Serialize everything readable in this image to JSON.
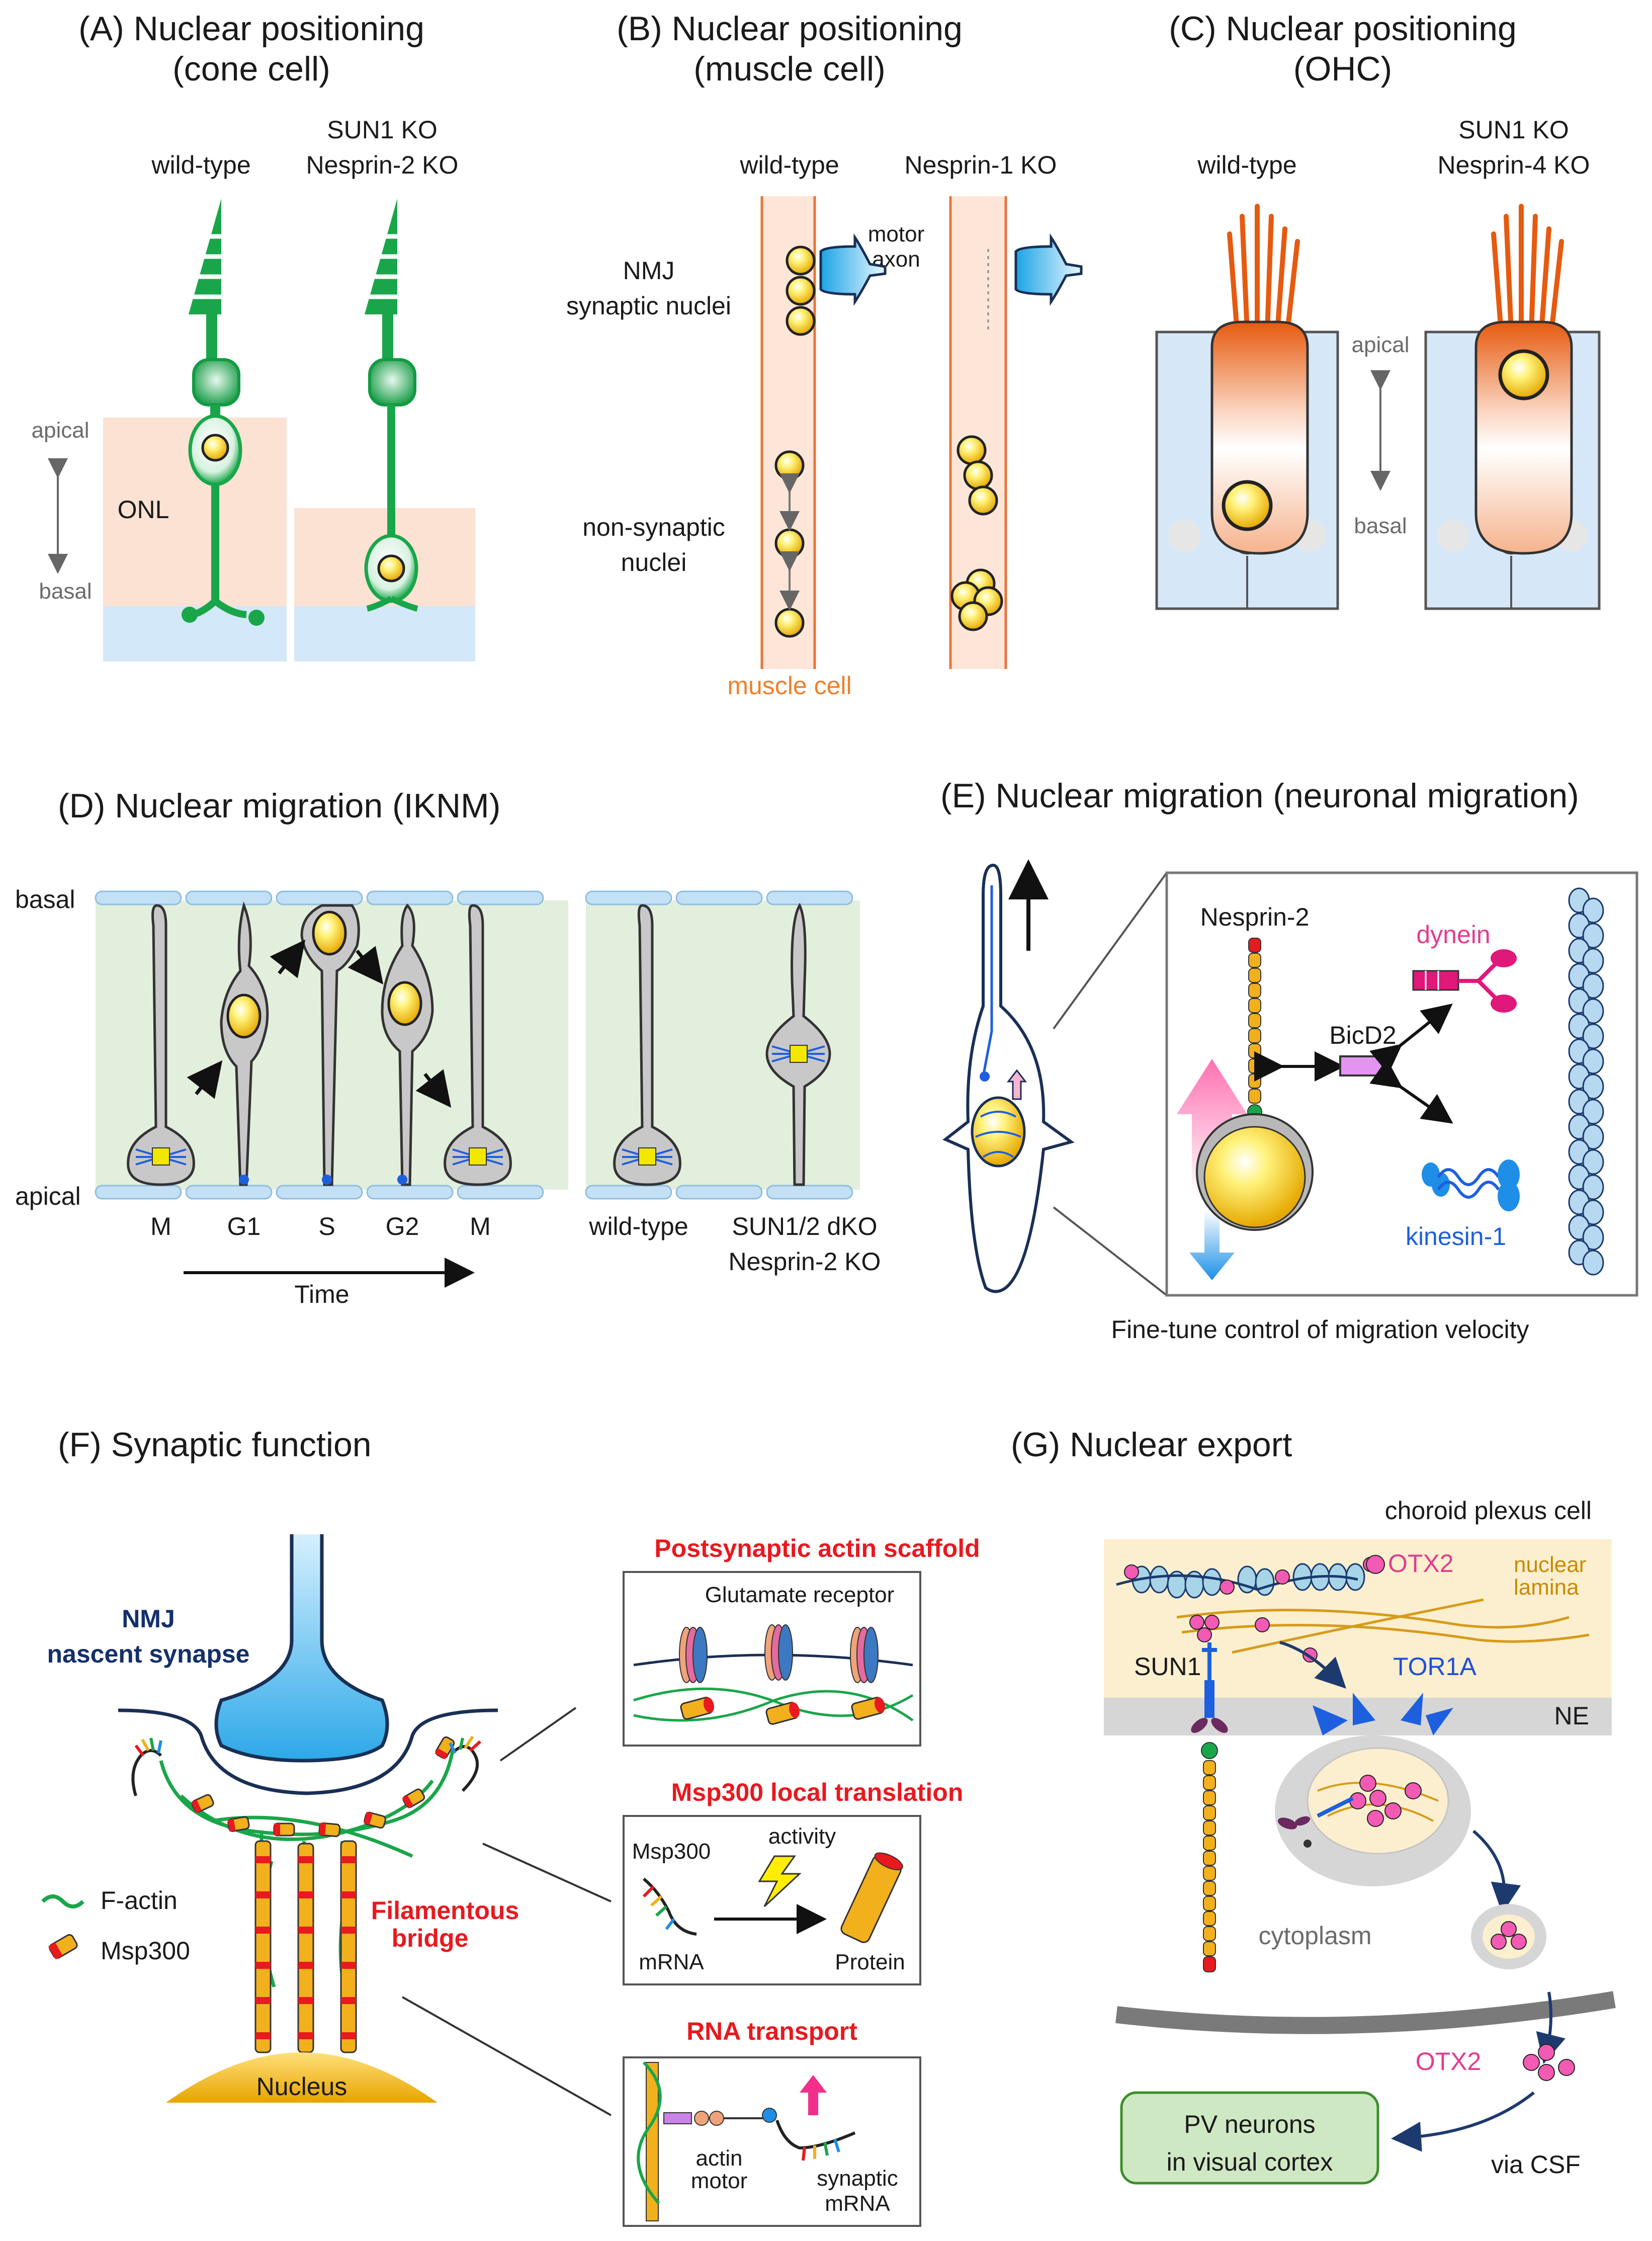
{
  "panels": {
    "A": {
      "title1": "(A) Nuclear positioning",
      "title2": "(cone cell)",
      "wt": "wild-type",
      "ko1": "SUN1 KO",
      "ko2": "Nesprin-2 KO",
      "apical": "apical",
      "basal": "basal",
      "onl": "ONL"
    },
    "B": {
      "title1": "(B) Nuclear positioning",
      "title2": "(muscle cell)",
      "wt": "wild-type",
      "ko": "Nesprin-1 KO",
      "motor1": "motor",
      "motor2": "axon",
      "nmj1": "NMJ",
      "nmj2": "synaptic nuclei",
      "ns1": "non-synaptic",
      "ns2": "nuclei",
      "muscle": "muscle cell"
    },
    "C": {
      "title1": "(C) Nuclear positioning",
      "title2": "(OHC)",
      "wt": "wild-type",
      "ko1": "SUN1 KO",
      "ko2": "Nesprin-4 KO",
      "apical": "apical",
      "basal": "basal"
    },
    "D": {
      "title": "(D) Nuclear migration (IKNM)",
      "basal": "basal",
      "apical": "apical",
      "phases": [
        "M",
        "G1",
        "S",
        "G2",
        "M"
      ],
      "time": "Time",
      "wt": "wild-type",
      "ko1": "SUN1/2 dKO",
      "ko2": "Nesprin-2 KO"
    },
    "E": {
      "title": "(E) Nuclear migration (neuronal migration)",
      "nesprin": "Nesprin-2",
      "bicd2": "BicD2",
      "dynein": "dynein",
      "kinesin": "kinesin-1",
      "caption": "Fine-tune control of migration velocity"
    },
    "F": {
      "title": "(F) Synaptic function",
      "nmj1": "NMJ",
      "nmj2": "nascent synapse",
      "factin": "F-actin",
      "msp300": "Msp300",
      "bridge1": "Filamentous",
      "bridge2": "bridge",
      "nucleus": "Nucleus",
      "box1_title": "Postsynaptic actin scaffold",
      "box1_label": "Glutamate receptor",
      "box2_title": "Msp300 local translation",
      "box2_msp": "Msp300",
      "box2_activity": "activity",
      "box2_mrna": "mRNA",
      "box2_protein": "Protein",
      "box3_title": "RNA transport",
      "box3_actin1": "actin",
      "box3_actin2": "motor",
      "box3_syn1": "synaptic",
      "box3_syn2": "mRNA"
    },
    "G": {
      "title": "(G) Nuclear export",
      "cell": "choroid plexus cell",
      "otx2": "OTX2",
      "lamina1": "nuclear",
      "lamina2": "lamina",
      "sun1": "SUN1",
      "tor1a": "TOR1A",
      "ne": "NE",
      "cytoplasm": "cytoplasm",
      "otx2b": "OTX2",
      "pv1": "PV neurons",
      "pv2": "in visual cortex",
      "csf": "via CSF"
    }
  }
}
